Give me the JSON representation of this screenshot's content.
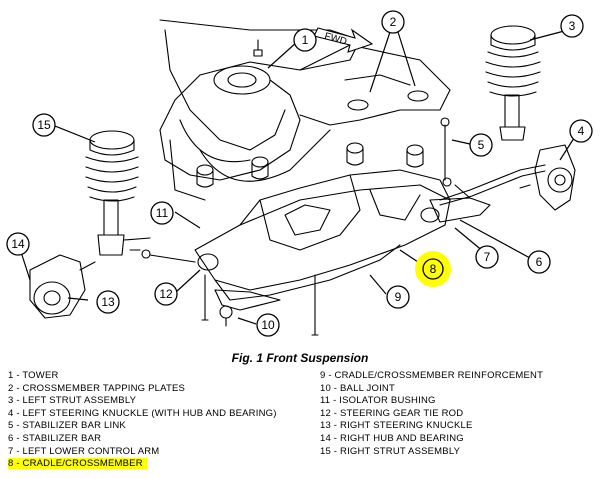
{
  "arrow_label": "FWD",
  "caption": "Fig. 1 Front Suspension",
  "highlight_color": "#ffff00",
  "callouts": [
    "1",
    "2",
    "3",
    "4",
    "5",
    "6",
    "7",
    "8",
    "9",
    "10",
    "11",
    "12",
    "13",
    "14",
    "15"
  ],
  "legend_left": [
    "1 - TOWER",
    "2 - CROSSMEMBER TAPPING PLATES",
    "3 - LEFT STRUT ASSEMBLY",
    "4 - LEFT STEERING KNUCKLE (WITH HUB AND BEARING)",
    "5 - STABILIZER BAR LINK",
    "6 - STABILIZER BAR",
    "7 - LEFT LOWER CONTROL ARM",
    "8 - CRADLE/CROSSMEMBER"
  ],
  "legend_right": [
    "9 - CRADLE/CROSSMEMBER REINFORCEMENT",
    "10 - BALL JOINT",
    "11 - ISOLATOR BUSHING",
    "12 - STEERING GEAR TIE ROD",
    "13 - RIGHT STEERING KNUCKLE",
    "14 - RIGHT HUB AND BEARING",
    "15 - RIGHT STRUT ASSEMBLY"
  ]
}
